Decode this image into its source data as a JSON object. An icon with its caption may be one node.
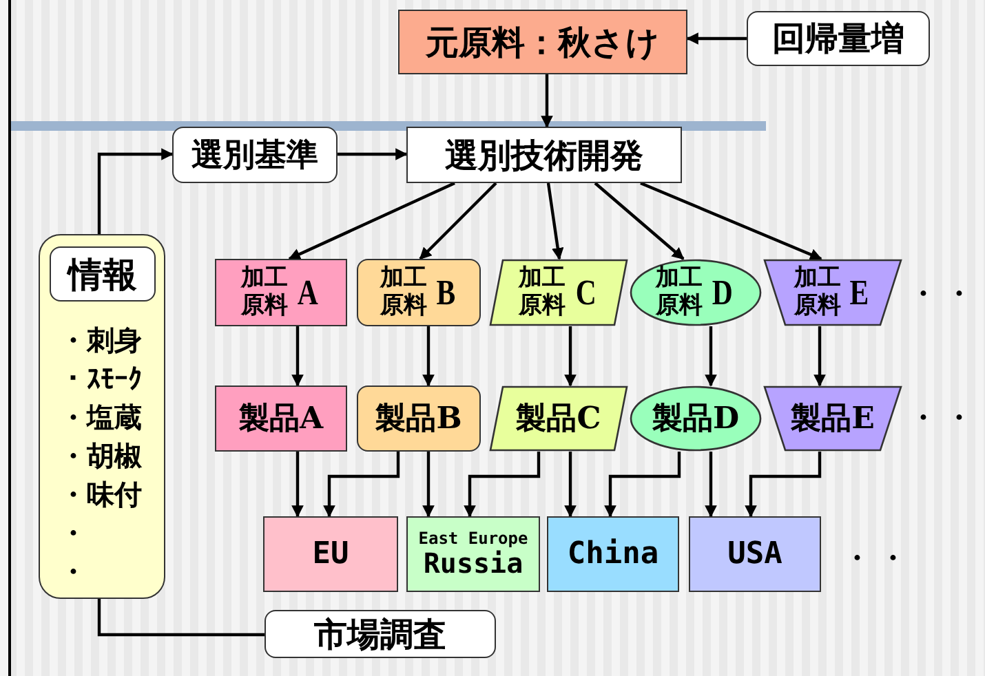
{
  "diagram": {
    "nodes": [
      {
        "text": [
          "元原料：秋さけ"
        ]
      },
      {
        "text": [
          "回帰量増"
        ]
      },
      {
        "text": [
          "選別基準"
        ]
      },
      {
        "text": [
          "選別技術開発"
        ]
      },
      {
        "text": [
          "・刺身",
          "・ｽﾓｰｸ",
          "・塩蔵",
          "・胡椒",
          "・味付",
          "・",
          "・"
        ]
      },
      {
        "text": [
          "情報"
        ],
        "in": 4
      },
      {
        "text": [
          "加工原料",
          "A"
        ]
      },
      {
        "text": [
          "加工原料",
          "B"
        ]
      },
      {
        "text": [
          "加工原料",
          "C"
        ]
      },
      {
        "text": [
          "加工原料",
          "D"
        ]
      },
      {
        "text": [
          "加工原料",
          "E"
        ]
      },
      {
        "text": [
          "製品A"
        ]
      },
      {
        "text": [
          "製品B"
        ]
      },
      {
        "text": [
          "製品C"
        ]
      },
      {
        "text": [
          "製品D"
        ]
      },
      {
        "text": [
          "製品E"
        ]
      },
      {
        "text": [
          "EU"
        ]
      },
      {
        "text": [
          "East Europe",
          "Russia"
        ]
      },
      {
        "text": [
          "China"
        ]
      },
      {
        "text": [
          "USA"
        ]
      },
      {
        "text": [
          "市場調査"
        ]
      }
    ],
    "edges": [
      {
        "from": 1,
        "to": 0,
        "arrow": "to"
      },
      {
        "from": 0,
        "to": 3,
        "arrow": "to"
      },
      {
        "from": 2,
        "to": 3,
        "arrow": "to"
      },
      {
        "from": 3,
        "to": 6,
        "arrow": "to"
      },
      {
        "from": 3,
        "to": 7,
        "arrow": "to"
      },
      {
        "from": 3,
        "to": 8,
        "arrow": "to"
      },
      {
        "from": 3,
        "to": 9,
        "arrow": "to"
      },
      {
        "from": 3,
        "to": 10,
        "arrow": "to"
      },
      {
        "from": 6,
        "to": 11,
        "arrow": "to"
      },
      {
        "from": 7,
        "to": 12,
        "arrow": "to"
      },
      {
        "from": 8,
        "to": 13,
        "arrow": "to"
      },
      {
        "from": 9,
        "to": 14,
        "arrow": "to"
      },
      {
        "from": 10,
        "to": 15,
        "arrow": "to"
      },
      {
        "from": 11,
        "to": 16,
        "arrow": "to"
      },
      {
        "from": 12,
        "to": 16,
        "arrow": "to"
      },
      {
        "from": 12,
        "to": 17,
        "arrow": "to"
      },
      {
        "from": 13,
        "to": 17,
        "arrow": "to"
      },
      {
        "from": 13,
        "to": 18,
        "arrow": "to"
      },
      {
        "from": 14,
        "to": 18,
        "arrow": "to"
      },
      {
        "from": 14,
        "to": 19,
        "arrow": "to"
      },
      {
        "from": 15,
        "to": 19,
        "arrow": "to"
      },
      {
        "from": 20,
        "to": 4,
        "arrow": "none"
      },
      {
        "from": 4,
        "to": 2,
        "arrow": "to"
      }
    ],
    "labels": [
      "・・",
      "・・",
      "・・"
    ]
  }
}
